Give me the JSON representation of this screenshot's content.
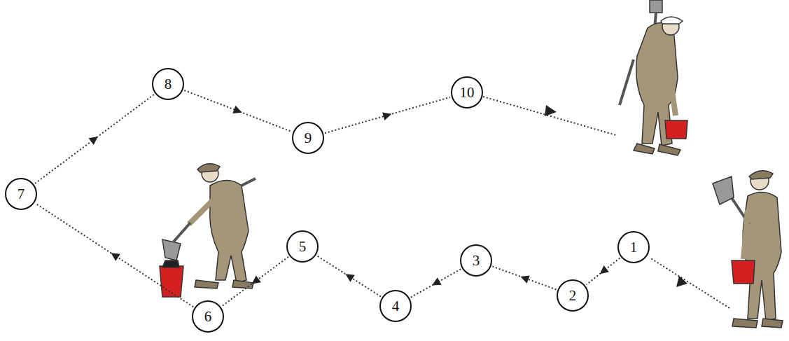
{
  "diagram": {
    "nodes": [
      {
        "text": [
          "1"
        ]
      },
      {
        "text": [
          "2"
        ]
      },
      {
        "text": [
          "3"
        ]
      },
      {
        "text": [
          "4"
        ]
      },
      {
        "text": [
          "5"
        ]
      },
      {
        "text": [
          "6"
        ]
      },
      {
        "text": [
          "7"
        ]
      },
      {
        "text": [
          "8"
        ]
      },
      {
        "text": [
          "9"
        ]
      },
      {
        "text": [
          "10"
        ]
      }
    ],
    "edges": [
      {
        "from": 0,
        "to": 1,
        "arrow": "to"
      },
      {
        "from": 1,
        "to": 2,
        "arrow": "to"
      },
      {
        "from": 2,
        "to": 3,
        "arrow": "to"
      },
      {
        "from": 3,
        "to": 4,
        "arrow": "to"
      },
      {
        "from": 4,
        "to": 5,
        "arrow": "to"
      },
      {
        "from": 5,
        "to": 6,
        "arrow": "to"
      },
      {
        "from": 6,
        "to": 7,
        "arrow": "to"
      },
      {
        "from": 7,
        "to": 8,
        "arrow": "to"
      },
      {
        "from": 8,
        "to": 9,
        "arrow": "to"
      }
    ]
  }
}
